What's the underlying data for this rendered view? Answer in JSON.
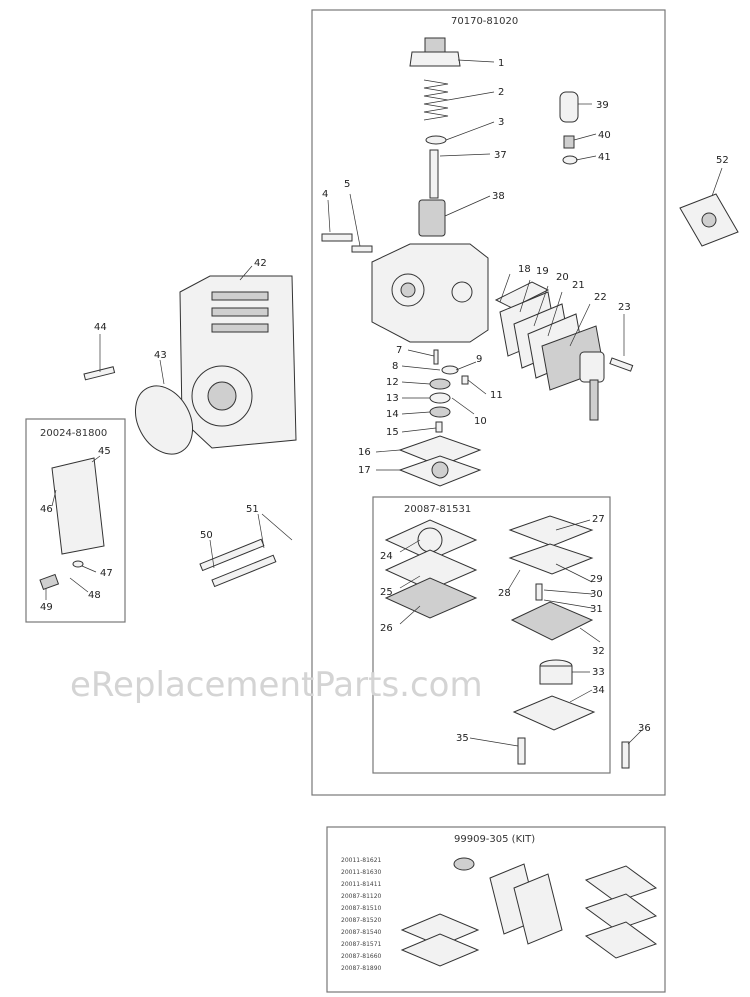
{
  "boxes": {
    "main_assembly": "70170-81020",
    "air_filter": "20024-81800",
    "diaphragm_kit": "20087-81531",
    "repair_kit": "99909-305 (KIT)"
  },
  "kit_part_numbers": [
    "20011-81621",
    "20011-81630",
    "20011-81411",
    "20087-81120",
    "20087-81510",
    "20087-81520",
    "20087-81540",
    "20087-81571",
    "20087-81660",
    "20087-81890"
  ],
  "callouts": {
    "c1": "1",
    "c2": "2",
    "c3": "3",
    "c4": "4",
    "c5": "5",
    "c7": "7",
    "c8": "8",
    "c9": "9",
    "c10": "10",
    "c11": "11",
    "c12": "12",
    "c13": "13",
    "c14": "14",
    "c15": "15",
    "c16": "16",
    "c17": "17",
    "c18": "18",
    "c19": "19",
    "c20": "20",
    "c21": "21",
    "c22": "22",
    "c23": "23",
    "c24": "24",
    "c25": "25",
    "c26": "26",
    "c27": "27",
    "c28": "28",
    "c29": "29",
    "c30": "30",
    "c31": "31",
    "c32": "32",
    "c33": "33",
    "c34": "34",
    "c35": "35",
    "c36": "36",
    "c37": "37",
    "c38": "38",
    "c39": "39",
    "c40": "40",
    "c41": "41",
    "c42": "42",
    "c43": "43",
    "c44": "44",
    "c45": "45",
    "c46": "46",
    "c47": "47",
    "c48": "48",
    "c49": "49",
    "c50": "50",
    "c51": "51",
    "c52": "52"
  },
  "watermark": "eReplacementParts.com"
}
